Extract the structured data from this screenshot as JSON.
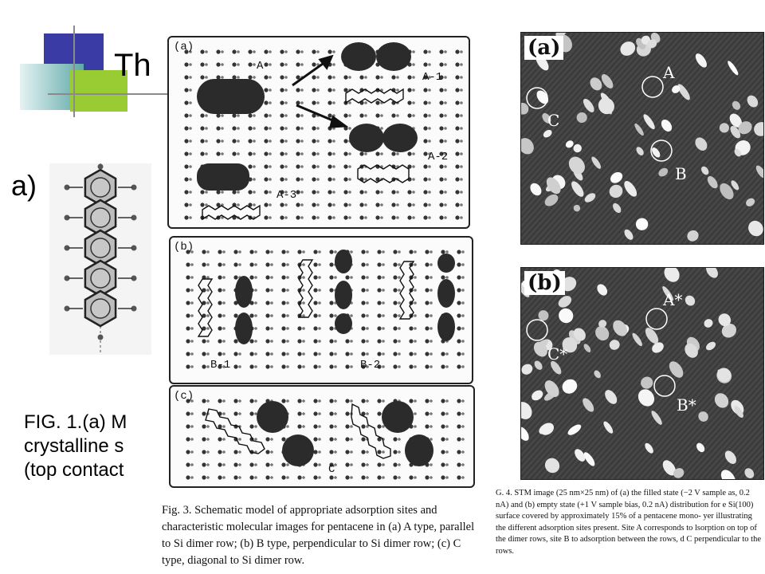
{
  "slide": {
    "title": "Th",
    "fig1_caption": "FIG. 1.(a) M\ncrystalline s\n(top contact",
    "molecule_label": "a)"
  },
  "fig3": {
    "panel_a_label": "(a)",
    "panel_b_label": "(b)",
    "panel_c_label": "(c)",
    "site_A": "A",
    "site_A1": "A-1",
    "site_A2": "A-2",
    "site_A3": "A-3",
    "site_B1": "B-1",
    "site_B2": "B-2",
    "site_C": "C",
    "caption": "Fig. 3. Schematic model of appropriate adsorption sites and characteristic molecular images for pentacene in (a) A type, parallel to Si dimer row; (b) B type, perpendicular to Si dimer row; (c) C type, diagonal to Si dimer row."
  },
  "fig4": {
    "panel_a_label": "(a)",
    "panel_b_label": "(b)",
    "site_A": "A",
    "site_B": "B",
    "site_C": "C",
    "site_A_star": "A*",
    "site_B_star": "B*",
    "site_C_star": "C*",
    "caption": "G. 4. STM image (25 nm×25 nm) of (a) the filled state (−2 V sample as, 0.2 nA) and (b) empty state (+1 V sample bias, 0.2 nA) distribution for e Si(100) surface covered by approximately 15% of a pentacene mono- yer illustrating the different adsorption sites present. Site A corresponds to lsorption on top of the dimer rows, site B to adsorption between the rows, d C perpendicular to the rows."
  },
  "colors": {
    "blue_square": "#3b3ba6",
    "green_square": "#99cc33",
    "teal_square": "#5fa8a8",
    "line": "#8a8a8a"
  }
}
